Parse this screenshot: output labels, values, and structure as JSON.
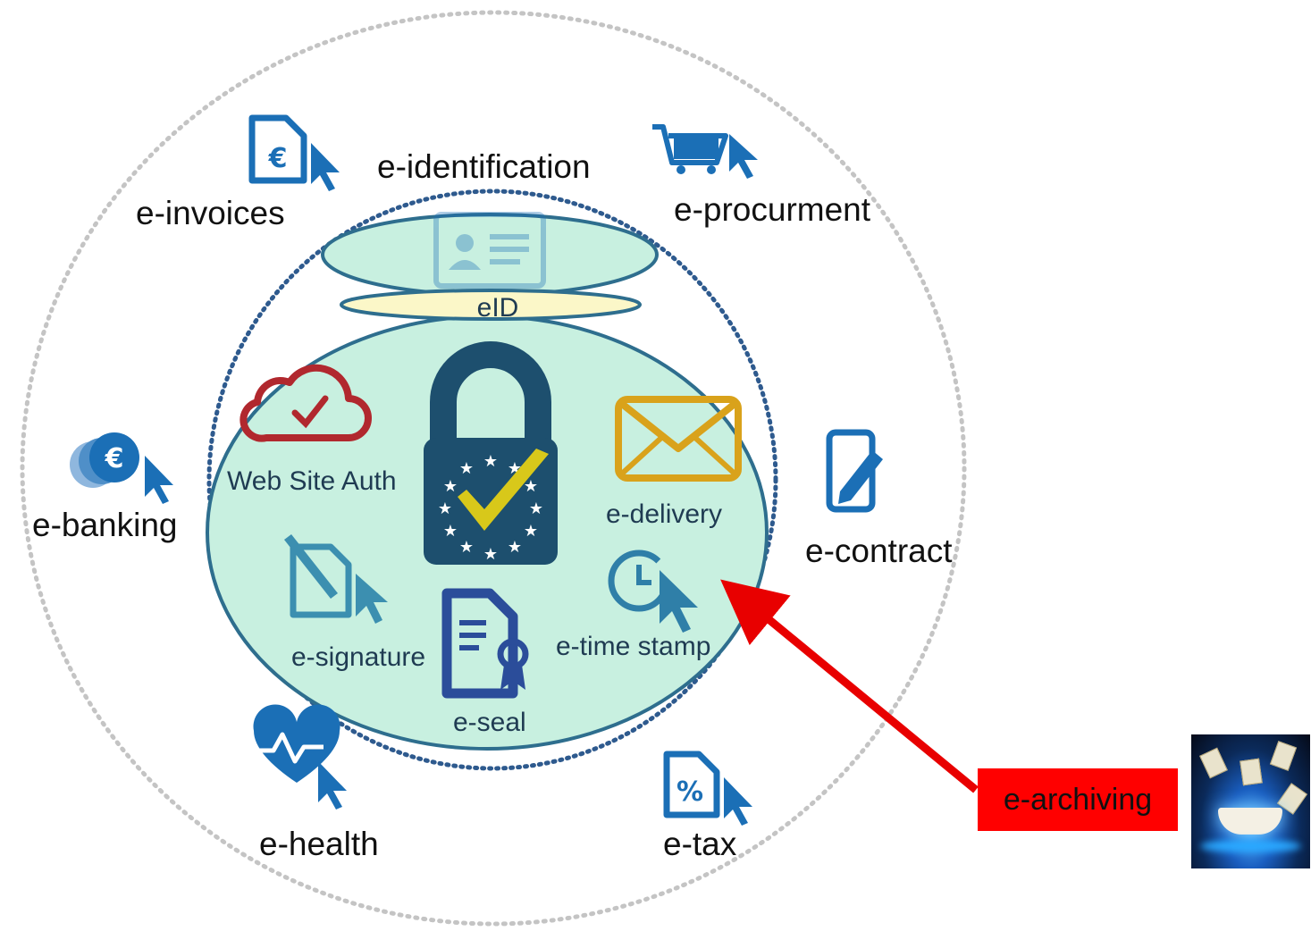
{
  "outer_services": {
    "invoices": "e-invoices",
    "identification": "e-identification",
    "procurement": "e-procurment",
    "banking": "e-banking",
    "contract": "e-contract",
    "health": "e-health",
    "tax": "e-tax"
  },
  "eid_label": "eID",
  "trust_services": {
    "website_auth": "Web Site Auth",
    "delivery": "e-delivery",
    "signature": "e-signature",
    "time_stamp": "e-time stamp",
    "seal": "e-seal"
  },
  "archiving_label": "e-archiving",
  "icons": {
    "invoices": "euro-document-icon",
    "procurement": "shopping-cart-icon",
    "banking": "euro-coins-icon",
    "contract": "smartphone-pen-icon",
    "health": "heartbeat-icon",
    "tax": "percent-document-icon",
    "identification": "id-card-icon",
    "website_auth": "cloud-check-icon",
    "delivery": "envelope-icon",
    "signature": "sign-document-icon",
    "time_stamp": "clock-icon",
    "seal": "certificate-icon",
    "center": "eu-padlock-icon"
  },
  "colors": {
    "icon_blue": "#1b6fb6",
    "inner_fill": "#c8f0e0",
    "border": "#2e6e8e",
    "eid_band": "#fbf7c8",
    "arrow": "#e80000",
    "lock": "#1d4f6e",
    "check": "#d8c81a",
    "cloud": "#b1282e",
    "envelope": "#d9a21b",
    "seal": "#2b4d9a"
  }
}
